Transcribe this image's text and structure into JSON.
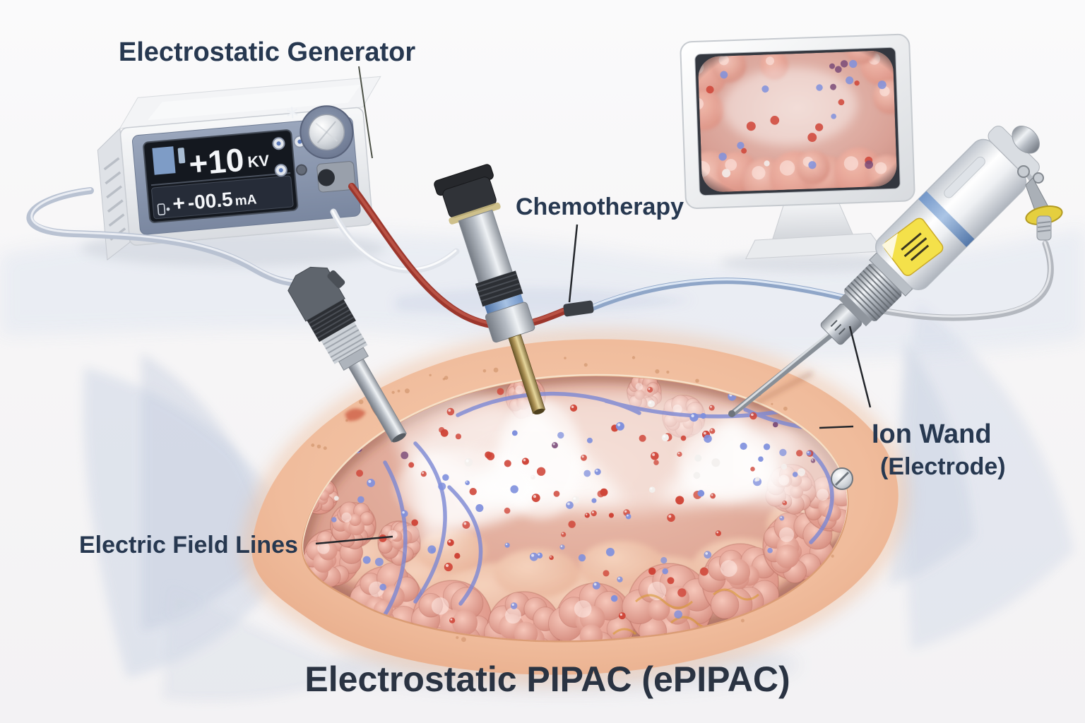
{
  "title": "Electrostatic PIPAC (ePIPAC)",
  "labels": {
    "generator": "Electrostatic Generator",
    "chemotherapy": "Chemotherapy",
    "ion_wand_line1": "Ion Wand",
    "ion_wand_line2": "(Electrode)",
    "field_lines": "Electric Field Lines"
  },
  "generator_display": {
    "voltage": "+10",
    "voltage_unit": "KV",
    "current_sign": "+",
    "current_value": "-00.5",
    "current_unit": "mA"
  },
  "colors": {
    "label_text": "#273850",
    "field_line": "#7b87d4",
    "particle_red": "#cf4437",
    "particle_blue": "#7f90dd",
    "particle_white": "#f3f0ee",
    "particle_purple": "#7a4b78",
    "mist": "#ffffff",
    "skin": "#eeb091",
    "cavity": "#dd9c8d",
    "nodule": "#e09286",
    "cable_red": "#a84038",
    "tube_blue": "#a9bdd9",
    "panel_slate": "#8c99b3",
    "display_bg": "#14181f",
    "display_text": "#f4f6f9"
  }
}
